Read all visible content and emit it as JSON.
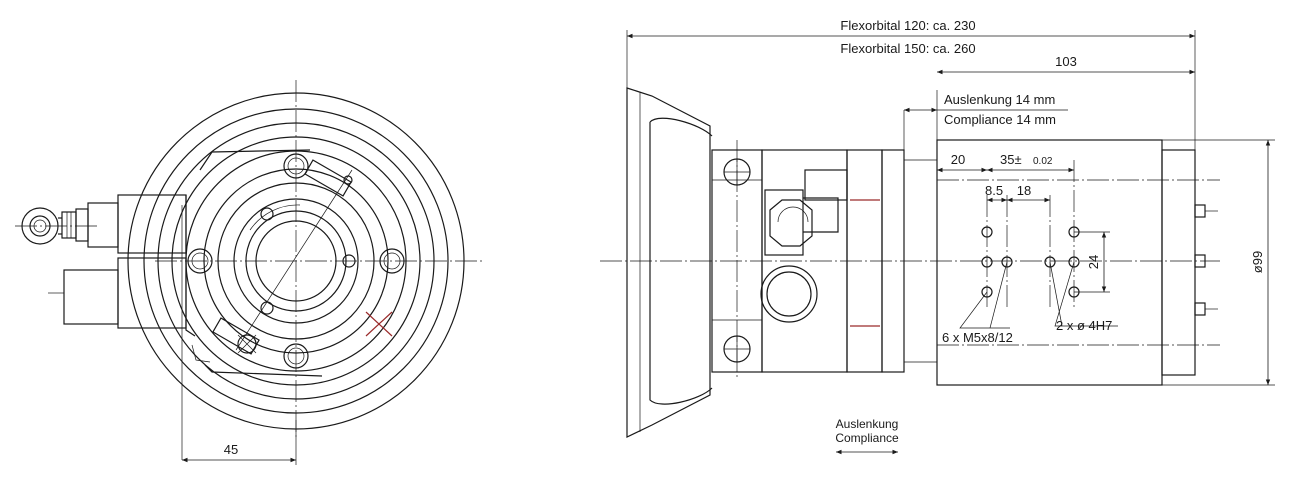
{
  "drawing": {
    "labels": {
      "overall_120": "Flexorbital 120: ca. 230",
      "overall_150": "Flexorbital 150: ca. 260",
      "length_103": "103",
      "deflection_de": "Auslenkung  14 mm",
      "deflection_en": "Compliance 14 mm",
      "dim_20": "20",
      "dim_35": "35±",
      "dim_35_tol": "0.02",
      "dim_8_5": "8.5",
      "dim_18": "18",
      "dim_24": "24",
      "diameter_99": "ø99",
      "threads": "6 x M5x8/12",
      "pins": "2 x ø 4H7",
      "dim_45": "45",
      "motion_de": "Auslenkung",
      "motion_en": "Compliance"
    },
    "colors": {
      "line": "#1a1a1a",
      "accent": "#9a2a2a"
    }
  }
}
